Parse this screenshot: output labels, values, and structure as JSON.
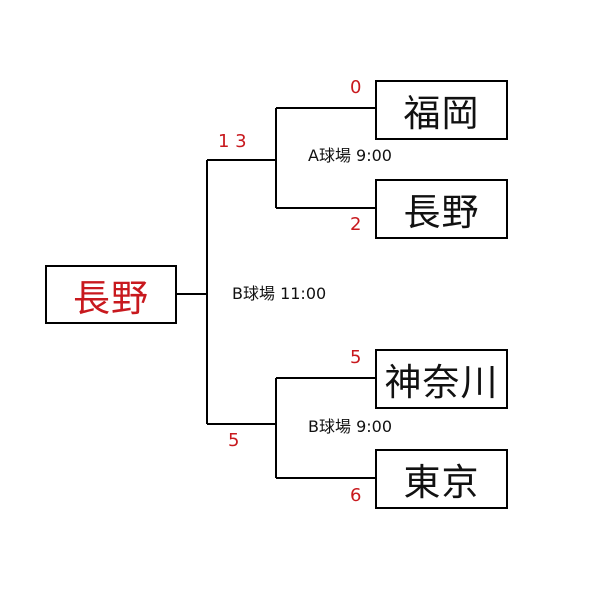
{
  "champion": {
    "name": "長野"
  },
  "final": {
    "venue": "B球場 11:00",
    "score_top": "1 3",
    "score_bottom": "5"
  },
  "semifinals": [
    {
      "venue": "A球場 9:00",
      "top_team": "福岡",
      "top_score": "0",
      "bottom_team": "長野",
      "bottom_score": "2"
    },
    {
      "venue": "B球場 9:00",
      "top_team": "神奈川",
      "top_score": "5",
      "bottom_team": "東京",
      "bottom_score": "6"
    }
  ],
  "colors": {
    "score": "#c8191e",
    "winner": "#c8191e",
    "line": "#000000"
  }
}
